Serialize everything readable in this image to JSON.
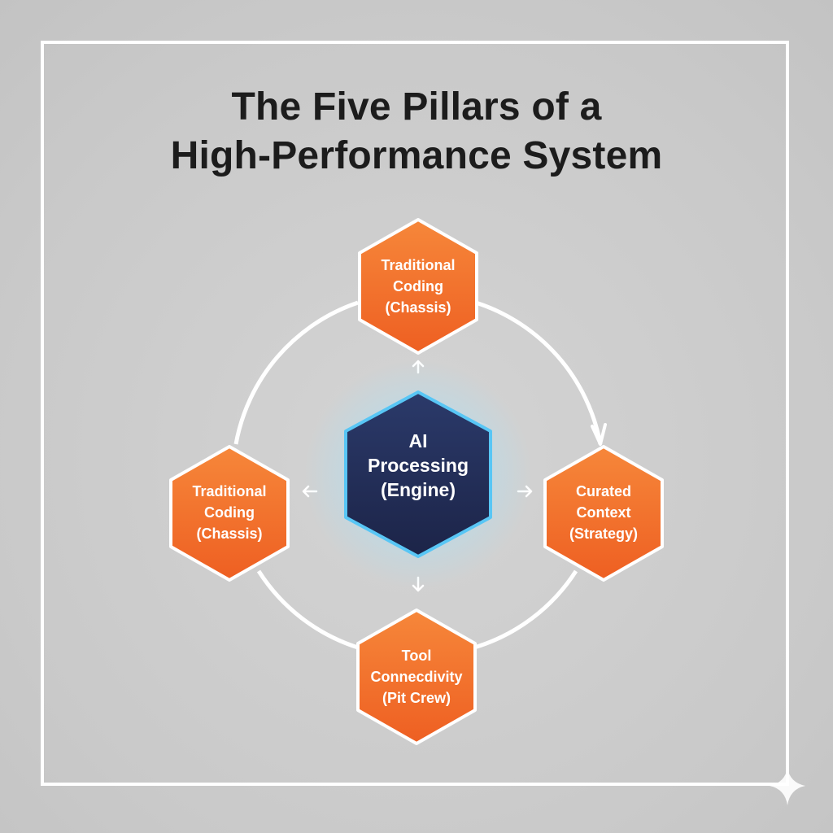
{
  "title": {
    "line1": "The Five Pillars of a",
    "line2": "High-Performance System"
  },
  "center_node": {
    "lines": [
      "AI",
      "Processing",
      "(Engine)"
    ],
    "fill": "#253058",
    "glow": "#5ec8ff"
  },
  "outer_nodes": {
    "top": {
      "lines": [
        "Traditional",
        "Coding",
        "(Chassis)"
      ]
    },
    "left": {
      "lines": [
        "Traditional",
        "Coding",
        "(Chassis)"
      ]
    },
    "right": {
      "lines": [
        "Curated",
        "Context",
        "(Strategy)"
      ]
    },
    "bottom": {
      "lines": [
        "Tool",
        "Connecdivity",
        "(Pit Crew)"
      ]
    }
  },
  "colors": {
    "node_orange": "#f06a24",
    "node_orange_light": "#f48a3a",
    "ring": "#ffffff",
    "background": "#c9c9c9"
  },
  "icons": {
    "watermark": "sparkle-icon"
  }
}
